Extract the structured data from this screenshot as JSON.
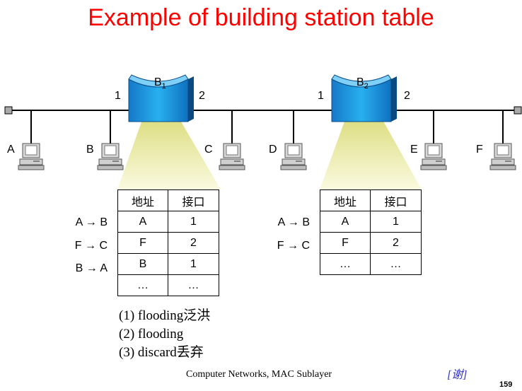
{
  "title": "Example of building station table",
  "bridges": [
    {
      "name": "B",
      "sub": "1",
      "port_left": "1",
      "port_right": "2"
    },
    {
      "name": "B",
      "sub": "2",
      "port_left": "1",
      "port_right": "2"
    }
  ],
  "stations": [
    "A",
    "B",
    "C",
    "D",
    "E",
    "F"
  ],
  "tables": [
    {
      "headers": [
        "地址",
        "接口"
      ],
      "rows": [
        [
          "A",
          "1"
        ],
        [
          "F",
          "2"
        ],
        [
          "B",
          "1"
        ],
        [
          "…",
          "…"
        ]
      ],
      "frames": [
        "A → B",
        "F → C",
        "B → A"
      ]
    },
    {
      "headers": [
        "地址",
        "接口"
      ],
      "rows": [
        [
          "A",
          "1"
        ],
        [
          "F",
          "2"
        ],
        [
          "…",
          "…"
        ]
      ],
      "frames": [
        "A → B",
        "F → C"
      ]
    }
  ],
  "notes": [
    "(1) flooding泛洪",
    "(2) flooding",
    "(3) discard丢弃"
  ],
  "footer": "Computer Networks, MAC Sublayer",
  "link": "[谢]",
  "page_number": "159",
  "colors": {
    "title": "#ff0000",
    "bridge": "#1a9ee0",
    "beam": "#f0f0a8",
    "link": "#3333cc"
  }
}
